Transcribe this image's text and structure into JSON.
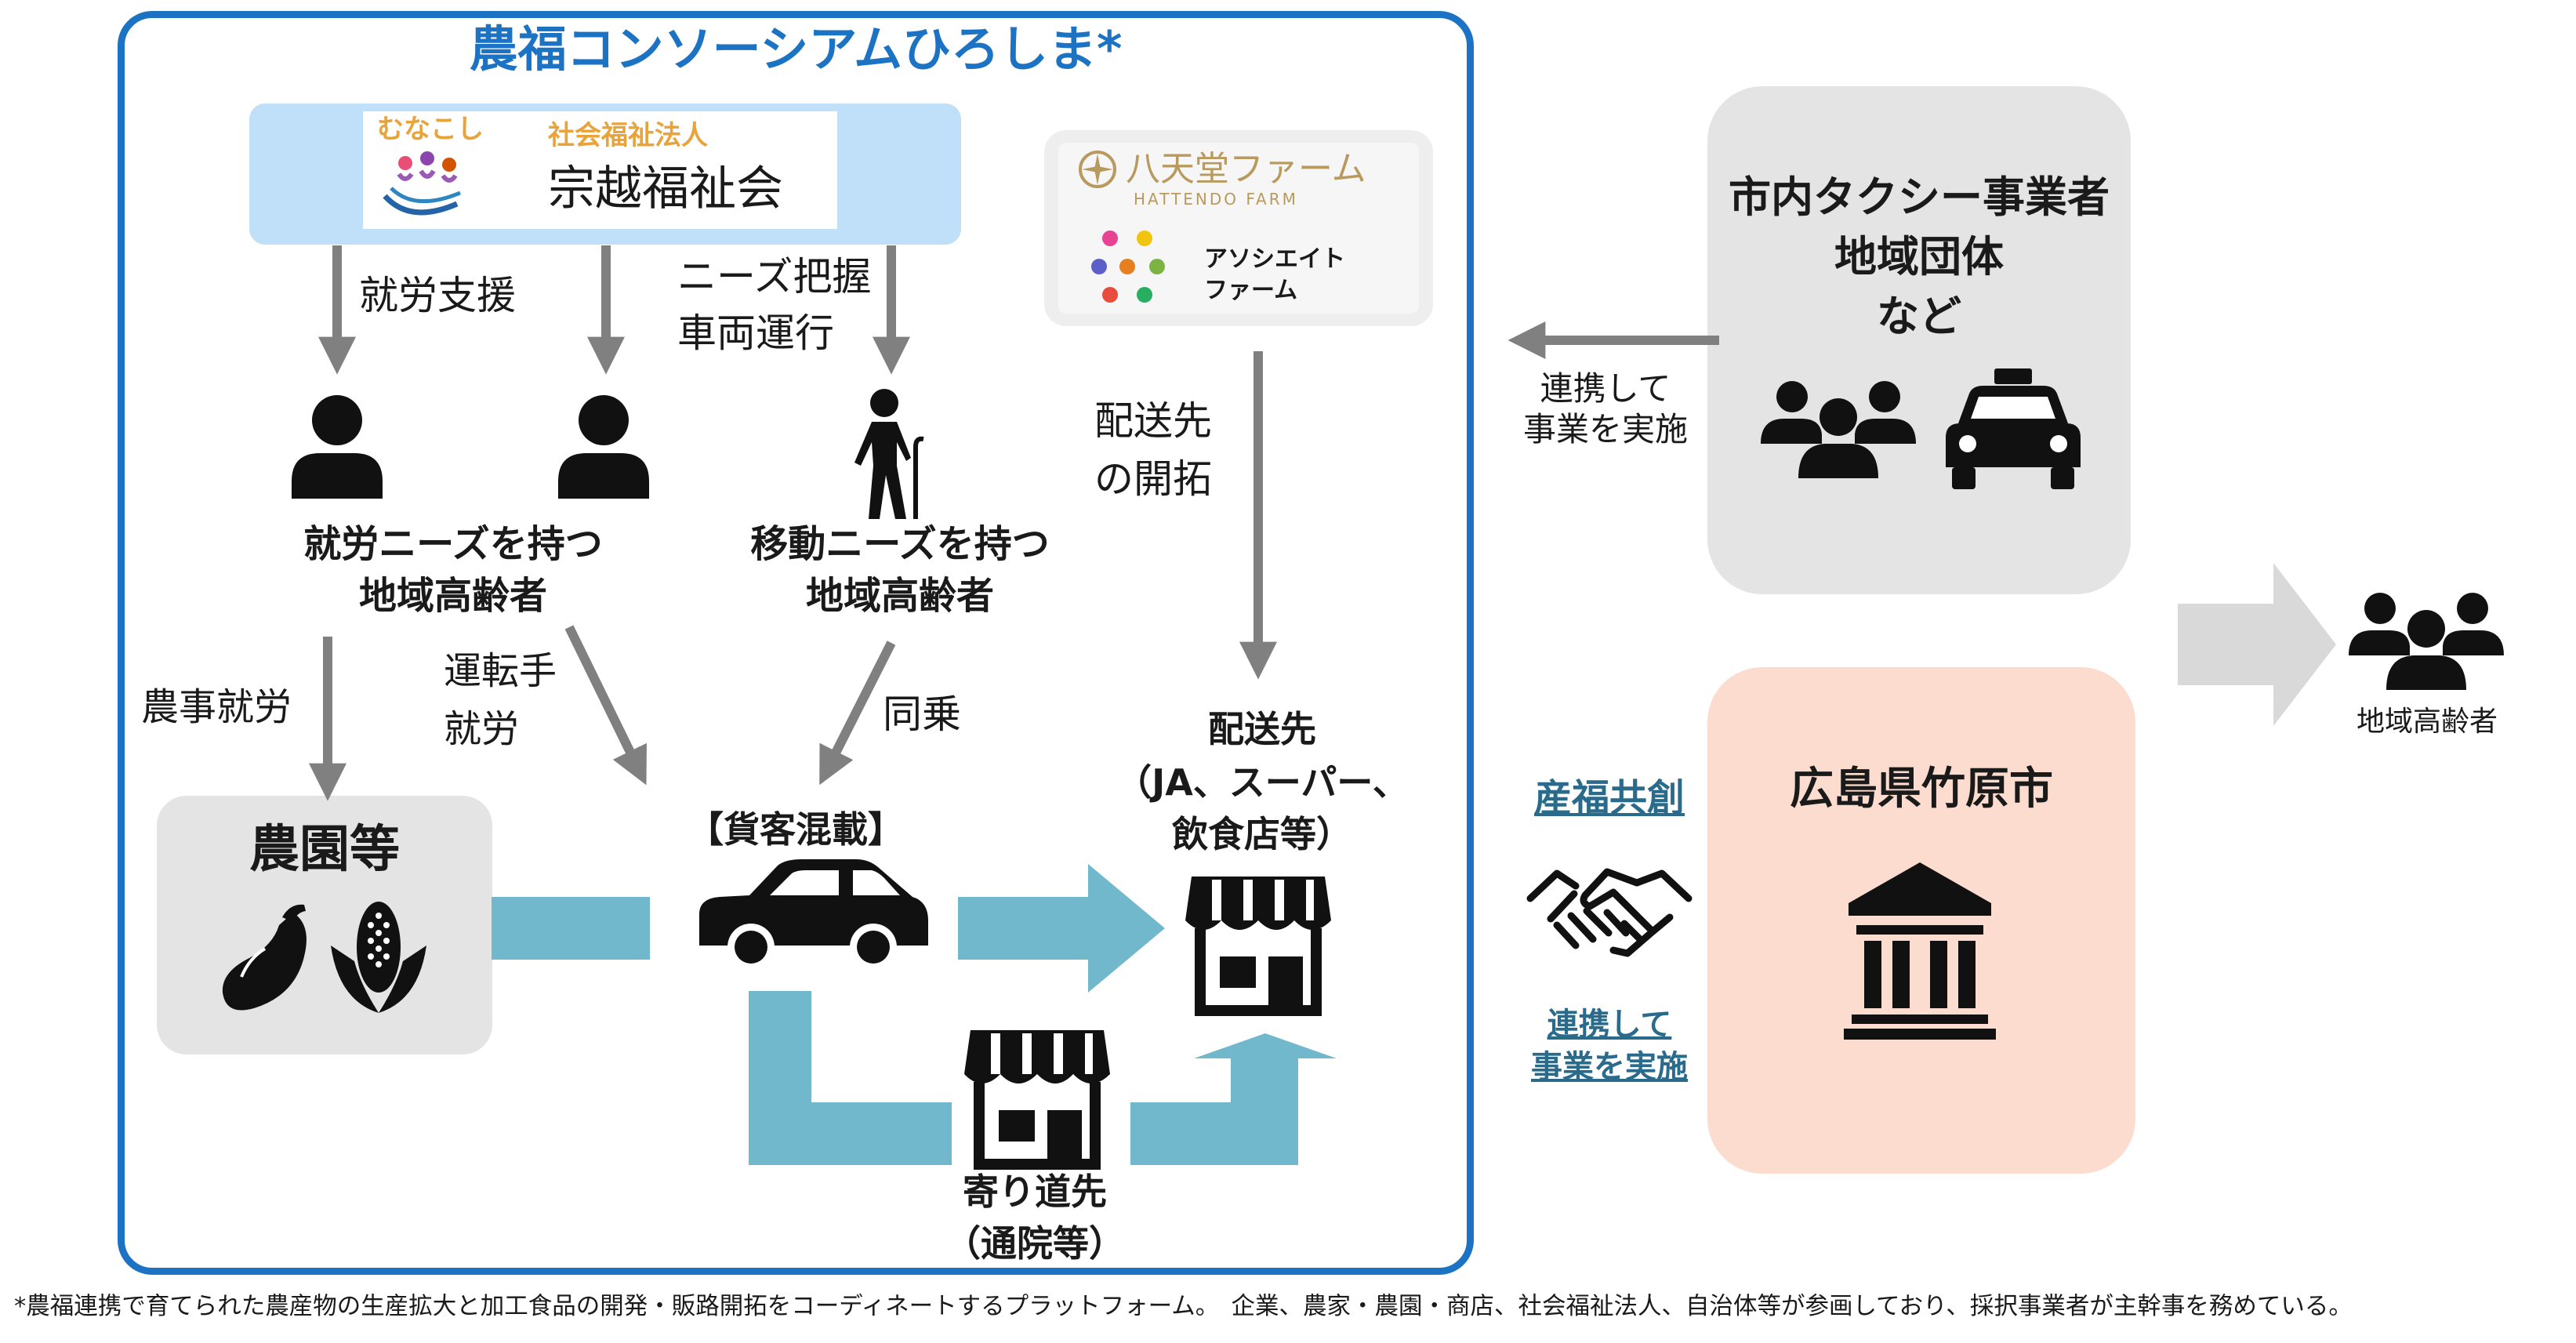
{
  "consortium": {
    "title": "農福コンソーシアムひろしま*"
  },
  "organization": {
    "logo_text": "むなこし",
    "type": "社会福祉法人",
    "name": "宗越福祉会"
  },
  "farm": {
    "logo_main": "八天堂ファーム",
    "logo_sub": "HATTENDO FARM",
    "associate_line1": "アソシエイト",
    "associate_line2": "ファーム"
  },
  "labels": {
    "work_support": "就労支援",
    "needs_line1": "ニーズ把握",
    "needs_line2": "車両運行",
    "delivery_dev_line1": "配送先",
    "delivery_dev_line2": "の開拓",
    "work_elderly_line1": "就労ニーズを持つ",
    "work_elderly_line2": "地域高齢者",
    "mobility_elderly_line1": "移動ニーズを持つ",
    "mobility_elderly_line2": "地域高齢者",
    "farm_work": "農事就労",
    "driver_line1": "運転手",
    "driver_line2": "就労",
    "ride_share": "同乗",
    "fields": "農園等",
    "mixed_cargo": "【貨客混載】",
    "destination_line1": "配送先",
    "destination_line2": "（JA、スーパー、",
    "destination_line3": "飲食店等）",
    "stopover_line1": "寄り道先",
    "stopover_line2": "（通院等）"
  },
  "taxi": {
    "line1": "市内タクシー事業者",
    "line2": "地域団体",
    "line3": "など"
  },
  "cooperation": {
    "line1": "連携して",
    "line2": "事業を実施"
  },
  "partnership": {
    "title": "産福共創",
    "line1": "連携して",
    "line2": "事業を実施"
  },
  "city": {
    "name": "広島県竹原市"
  },
  "beneficiary": {
    "label": "地域高齢者"
  },
  "footnote": "*農福連携で育てられた農産物の生産拡大と加工食品の開発・販路開拓をコーディネートするプラットフォーム。　企業、農家・農園・商店、社会福祉法人、自治体等が参画しており、採択事業者が主幹事を務めている。",
  "colors": {
    "frame_blue": "#1c73c4",
    "flow_teal": "#72b8cc",
    "org_blue": "#bfe0f8",
    "city_peach": "#fbdcce",
    "gray_box": "#e4e4e4",
    "link_teal": "#2a6a8a",
    "arrow_gray": "#808080"
  }
}
